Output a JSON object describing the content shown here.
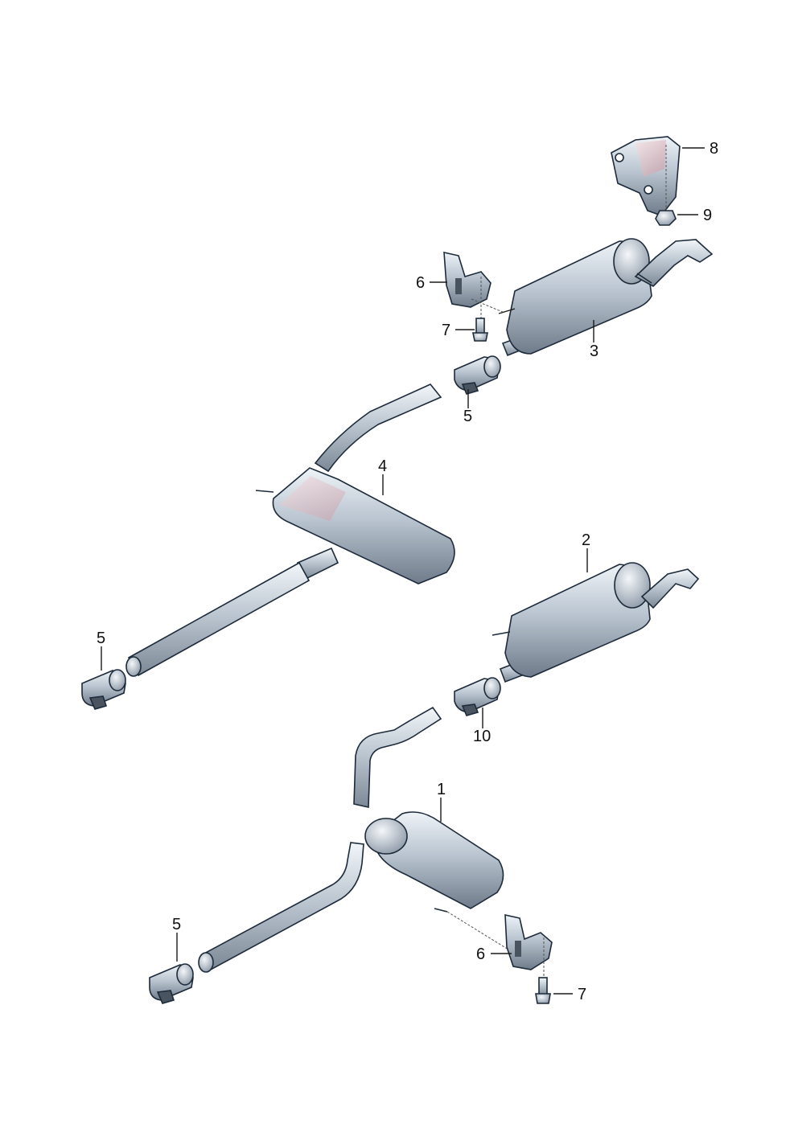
{
  "colors": {
    "metal_light": "#dde6ee",
    "metal_mid": "#a9b6c4",
    "metal_dark": "#6b7786",
    "accent_pink": "#e6b9c0",
    "outline": "#1c2a3a"
  },
  "callouts": [
    {
      "id": "c8",
      "label": "8"
    },
    {
      "id": "c9",
      "label": "9"
    },
    {
      "id": "c6a",
      "label": "6"
    },
    {
      "id": "c7a",
      "label": "7"
    },
    {
      "id": "c3",
      "label": "3"
    },
    {
      "id": "c5a",
      "label": "5"
    },
    {
      "id": "c4",
      "label": "4"
    },
    {
      "id": "c2",
      "label": "2"
    },
    {
      "id": "c5b",
      "label": "5"
    },
    {
      "id": "c10",
      "label": "10"
    },
    {
      "id": "c1",
      "label": "1"
    },
    {
      "id": "c5c",
      "label": "5"
    },
    {
      "id": "c6b",
      "label": "6"
    },
    {
      "id": "c7b",
      "label": "7"
    }
  ]
}
